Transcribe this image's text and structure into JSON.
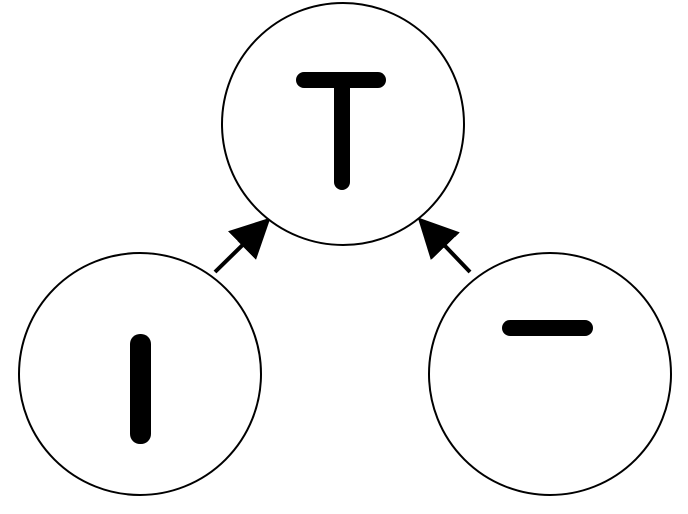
{
  "diagram": {
    "nodes": [
      {
        "id": "top",
        "glyph": "T",
        "label": ""
      },
      {
        "id": "bottom-left",
        "glyph": "I",
        "label": ""
      },
      {
        "id": "bottom-right",
        "glyph": "—",
        "label": ""
      }
    ],
    "edges": [
      {
        "from": "bottom-left",
        "to": "top"
      },
      {
        "from": "bottom-right",
        "to": "top"
      }
    ],
    "colors": {
      "stroke": "#000000",
      "fill": "#ffffff"
    }
  }
}
